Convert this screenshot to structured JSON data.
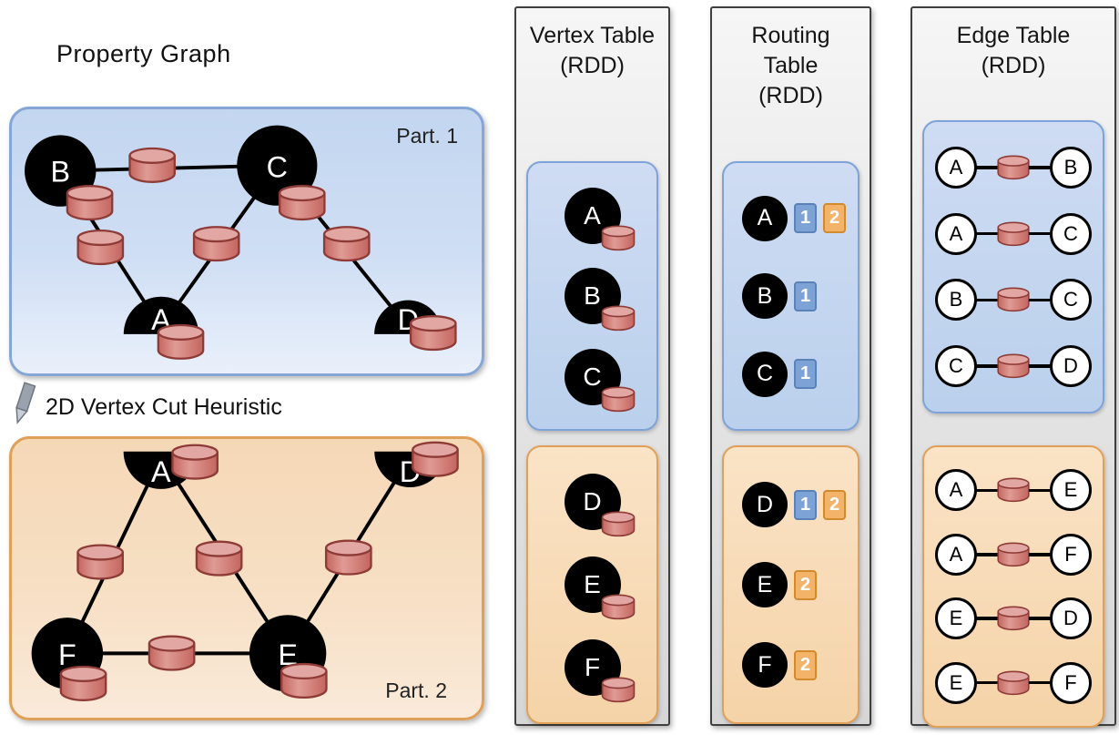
{
  "titles": {
    "property_graph": "Property Graph",
    "heuristic": "2D Vertex Cut Heuristic",
    "vertex_table": "Vertex Table\n(RDD)",
    "routing_table": "Routing\nTable\n(RDD)",
    "edge_table": "Edge Table\n(RDD)"
  },
  "property_graph": {
    "part1": {
      "label": "Part. 1",
      "vertices": [
        "B",
        "C",
        "A",
        "D"
      ],
      "edges": [
        "B–C",
        "B–A",
        "C–A",
        "C–D"
      ]
    },
    "part2": {
      "label": "Part. 2",
      "vertices": [
        "A",
        "D",
        "F",
        "E"
      ],
      "edges": [
        "A–F",
        "A–E",
        "D–E",
        "F–E"
      ]
    }
  },
  "vertex_table": {
    "part1": [
      "A",
      "B",
      "C"
    ],
    "part2": [
      "D",
      "E",
      "F"
    ]
  },
  "routing_table": {
    "part1": [
      {
        "v": "A",
        "badges": [
          "1",
          "2"
        ]
      },
      {
        "v": "B",
        "badges": [
          "1"
        ]
      },
      {
        "v": "C",
        "badges": [
          "1"
        ]
      }
    ],
    "part2": [
      {
        "v": "D",
        "badges": [
          "1",
          "2"
        ]
      },
      {
        "v": "E",
        "badges": [
          "2"
        ]
      },
      {
        "v": "F",
        "badges": [
          "2"
        ]
      }
    ]
  },
  "edge_table": {
    "part1": [
      [
        "A",
        "B"
      ],
      [
        "A",
        "C"
      ],
      [
        "B",
        "C"
      ],
      [
        "C",
        "D"
      ]
    ],
    "part2": [
      [
        "A",
        "E"
      ],
      [
        "A",
        "F"
      ],
      [
        "E",
        "D"
      ],
      [
        "E",
        "F"
      ]
    ]
  },
  "colors": {
    "partition1_fill": "#cfdcf3",
    "partition1_border": "#84a7d8",
    "partition2_fill": "#f8dfc0",
    "partition2_border": "#e0a058",
    "cylinder_body": "#d2807b",
    "cylinder_top": "#e2a7a2",
    "cylinder_border": "#8e3b37",
    "badge_partition1": "#7da2d6",
    "badge_partition2": "#f3b368",
    "vertex_fill": "#000000",
    "panel_border": "#3f3f3f"
  }
}
